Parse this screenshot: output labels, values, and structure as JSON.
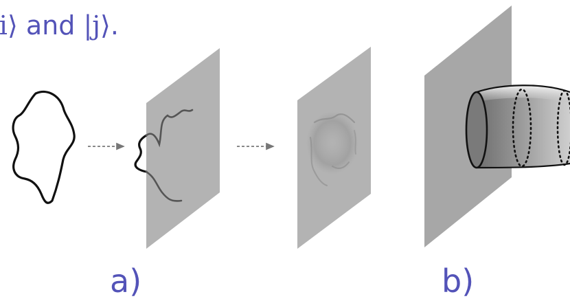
{
  "caption": {
    "ket_i": "|i⟩",
    "and_text": " and ",
    "ket_j": "|j⟩",
    "period": "."
  },
  "panels": {
    "a_label": "a)",
    "b_label": "b)"
  },
  "colors": {
    "text_accent": "#5353b8",
    "sheet_fill": "#b3b3b3",
    "string_stroke": "#111111",
    "arrow": "#777777"
  }
}
